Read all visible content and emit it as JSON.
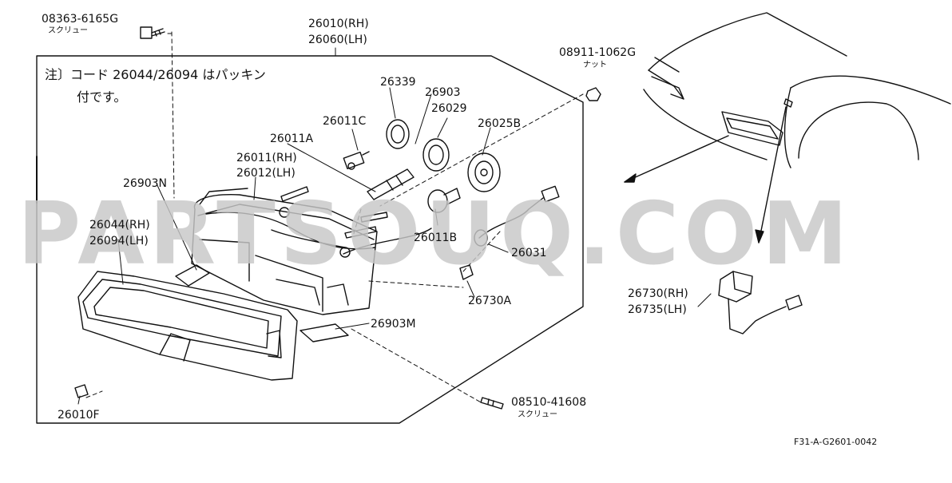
{
  "watermark": "PARTSOUQ.COM",
  "note": {
    "line1": "注〕コード 26044/26094 はパッキン",
    "line2": "付です。"
  },
  "labels": {
    "screw_top_code": "08363-6165G",
    "screw_top_name": "スクリュー",
    "headlamp_rh": "26010(RH)",
    "headlamp_lh": "26060(LH)",
    "nut_code": "08911-1062G",
    "nut_name": "ナット",
    "p26339": "26339",
    "p26903": "26903",
    "p26029": "26029",
    "p26011c": "26011C",
    "p26025b": "26025B",
    "p26011a": "26011A",
    "p26011_rh": "26011(RH)",
    "p26012_lh": "26012(LH)",
    "p26903n": "26903N",
    "p26044_rh": "26044(RH)",
    "p26094_lh": "26094(LH)",
    "p26011b": "26011B",
    "p26031": "26031",
    "p26730a": "26730A",
    "p26903m": "26903M",
    "p26010f": "26010F",
    "screw_bottom_code": "08510-41608",
    "screw_bottom_name": "スクリュー",
    "p26730_rh": "26730(RH)",
    "p26735_lh": "26735(LH)",
    "figure_code": "F31-A-G2601-0042"
  }
}
